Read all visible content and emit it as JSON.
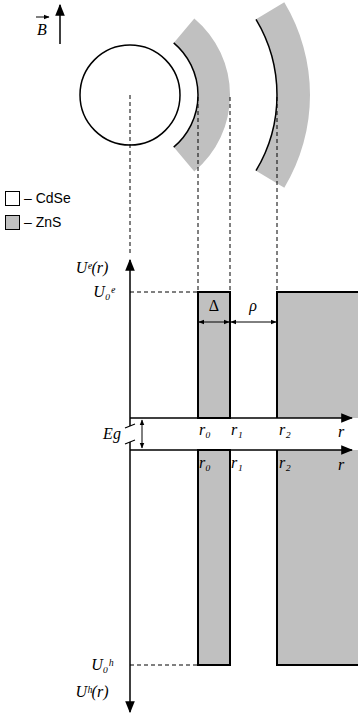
{
  "diagram": {
    "labels": [
      "B",
      "Uᵉ(r)",
      "U₀ᵉ",
      "Δ",
      "ρ",
      "r₀",
      "r₁",
      "r₂",
      "r",
      "Eg",
      "r₀",
      "r₁",
      "r₂",
      "r",
      "U₀ʰ",
      "Uʰ(r)"
    ],
    "legend": [
      {
        "text": "– CdSe",
        "color": "#ffffff"
      },
      {
        "text": "– ZnS",
        "color": "#c0c0c0"
      }
    ]
  }
}
